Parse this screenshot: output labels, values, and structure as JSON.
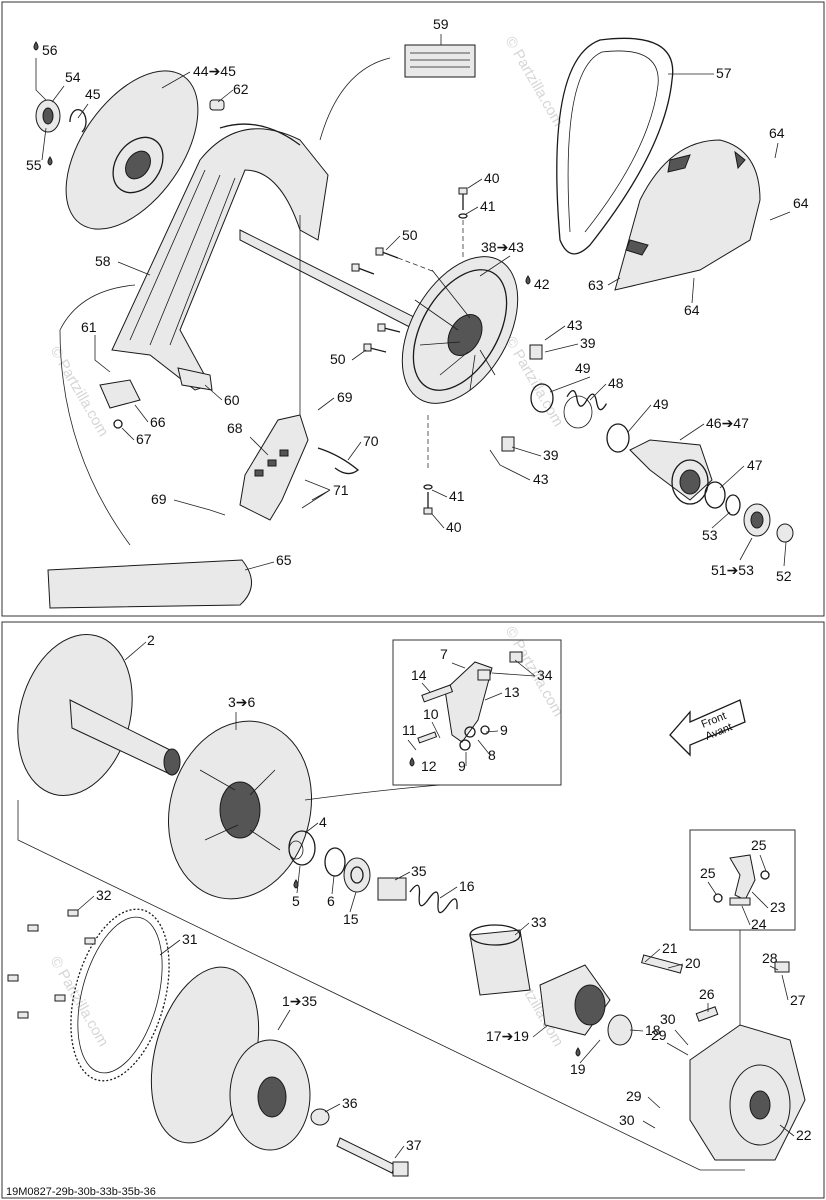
{
  "diagram_code": "19M0827-29b-30b-33b-35b-36",
  "watermark": "© Partzilla.com",
  "front_arrow": {
    "line1": "Front",
    "line2": "Avant"
  },
  "upper_labels": [
    {
      "id": "56",
      "text": "56",
      "oil": true
    },
    {
      "id": "54",
      "text": "54"
    },
    {
      "id": "45a",
      "text": "45"
    },
    {
      "id": "55",
      "text": "55",
      "oil": true
    },
    {
      "id": "44",
      "text": "44➔45"
    },
    {
      "id": "62",
      "text": "62"
    },
    {
      "id": "59",
      "text": "59"
    },
    {
      "id": "57",
      "text": "57"
    },
    {
      "id": "64a",
      "text": "64"
    },
    {
      "id": "64b",
      "text": "64"
    },
    {
      "id": "64c",
      "text": "64"
    },
    {
      "id": "63",
      "text": "63"
    },
    {
      "id": "40a",
      "text": "40"
    },
    {
      "id": "41a",
      "text": "41"
    },
    {
      "id": "38",
      "text": "38➔43"
    },
    {
      "id": "42",
      "text": "42",
      "oil": true
    },
    {
      "id": "50a",
      "text": "50"
    },
    {
      "id": "58",
      "text": "58"
    },
    {
      "id": "61",
      "text": "61"
    },
    {
      "id": "50b",
      "text": "50"
    },
    {
      "id": "43a",
      "text": "43"
    },
    {
      "id": "39a",
      "text": "39"
    },
    {
      "id": "49a",
      "text": "49"
    },
    {
      "id": "48",
      "text": "48"
    },
    {
      "id": "49b",
      "text": "49"
    },
    {
      "id": "60",
      "text": "60"
    },
    {
      "id": "69a",
      "text": "69"
    },
    {
      "id": "66",
      "text": "66"
    },
    {
      "id": "67",
      "text": "67"
    },
    {
      "id": "68",
      "text": "68"
    },
    {
      "id": "70",
      "text": "70"
    },
    {
      "id": "46",
      "text": "46➔47"
    },
    {
      "id": "39b",
      "text": "39"
    },
    {
      "id": "43b",
      "text": "43"
    },
    {
      "id": "47",
      "text": "47"
    },
    {
      "id": "71",
      "text": "71"
    },
    {
      "id": "41b",
      "text": "41"
    },
    {
      "id": "69b",
      "text": "69"
    },
    {
      "id": "40b",
      "text": "40"
    },
    {
      "id": "53",
      "text": "53"
    },
    {
      "id": "51",
      "text": "51➔53"
    },
    {
      "id": "52",
      "text": "52"
    },
    {
      "id": "65",
      "text": "65"
    }
  ],
  "lower_labels": [
    {
      "id": "2",
      "text": "2"
    },
    {
      "id": "3",
      "text": "3➔6"
    },
    {
      "id": "7",
      "text": "7"
    },
    {
      "id": "34",
      "text": "34"
    },
    {
      "id": "14",
      "text": "14"
    },
    {
      "id": "13",
      "text": "13"
    },
    {
      "id": "10",
      "text": "10"
    },
    {
      "id": "11",
      "text": "11"
    },
    {
      "id": "9a",
      "text": "9"
    },
    {
      "id": "12",
      "text": "12",
      "oil": true
    },
    {
      "id": "9b",
      "text": "9"
    },
    {
      "id": "8",
      "text": "8"
    },
    {
      "id": "4",
      "text": "4"
    },
    {
      "id": "35",
      "text": "35"
    },
    {
      "id": "16",
      "text": "16"
    },
    {
      "id": "5",
      "text": "5",
      "oil": true
    },
    {
      "id": "6",
      "text": "6"
    },
    {
      "id": "15",
      "text": "15"
    },
    {
      "id": "32",
      "text": "32"
    },
    {
      "id": "31",
      "text": "31"
    },
    {
      "id": "33",
      "text": "33"
    },
    {
      "id": "25a",
      "text": "25"
    },
    {
      "id": "25b",
      "text": "25"
    },
    {
      "id": "23",
      "text": "23"
    },
    {
      "id": "24",
      "text": "24"
    },
    {
      "id": "21",
      "text": "21"
    },
    {
      "id": "20",
      "text": "20"
    },
    {
      "id": "28",
      "text": "28"
    },
    {
      "id": "27",
      "text": "27"
    },
    {
      "id": "26",
      "text": "26"
    },
    {
      "id": "1",
      "text": "1➔35"
    },
    {
      "id": "18",
      "text": "18"
    },
    {
      "id": "30a",
      "text": "30"
    },
    {
      "id": "29a",
      "text": "29"
    },
    {
      "id": "17",
      "text": "17➔19"
    },
    {
      "id": "19",
      "text": "19",
      "oil": true
    },
    {
      "id": "36",
      "text": "36"
    },
    {
      "id": "29b",
      "text": "29"
    },
    {
      "id": "30b",
      "text": "30"
    },
    {
      "id": "22",
      "text": "22"
    },
    {
      "id": "37",
      "text": "37"
    }
  ]
}
